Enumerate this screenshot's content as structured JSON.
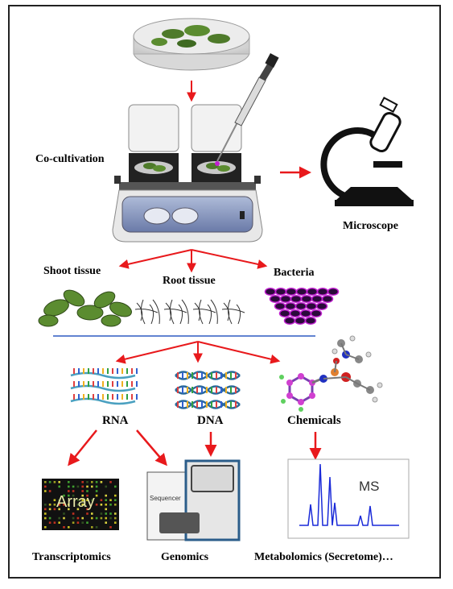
{
  "labels": {
    "co_cultivation": "Co-cultivation",
    "microscope": "Microscope",
    "shoot_tissue": "Shoot tissue",
    "root_tissue": "Root tissue",
    "bacteria": "Bacteria",
    "rna": "RNA",
    "dna": "DNA",
    "chemicals": "Chemicals",
    "transcriptomics": "Transcriptomics",
    "genomics": "Genomics",
    "metabolomics": "Metabolomics (Secretome)…",
    "array": "Array",
    "sequencer": "Sequencer",
    "ms": "MS"
  },
  "colors": {
    "arrow": "#e8191c",
    "divider": "#2f5cc2",
    "leaf": "#4e7a2a",
    "bacteria": "#2a0a3a",
    "bacteria_ring": "#c020d0",
    "ms_line": "#1a2ad8"
  }
}
